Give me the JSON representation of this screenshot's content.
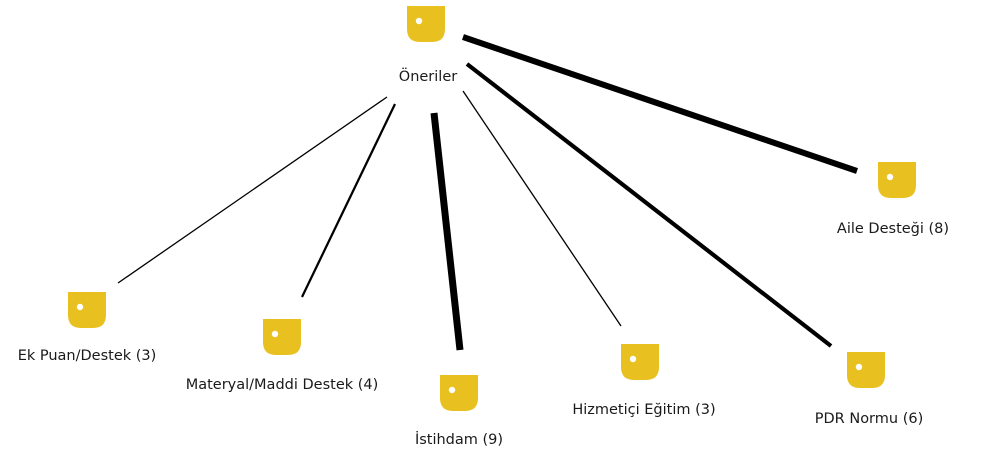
{
  "diagram": {
    "root": {
      "id": "root",
      "label": "Öneriler",
      "icon": "code-tag-icon",
      "color": "#E8C020"
    },
    "children": [
      {
        "id": "ek-puan",
        "label": "Ek Puan/Destek (3)",
        "count": 3
      },
      {
        "id": "materyal",
        "label": "Materyal/Maddi Destek (4)",
        "count": 4
      },
      {
        "id": "istihdam",
        "label": "İstihdam (9)",
        "count": 9
      },
      {
        "id": "hizmetici",
        "label": "Hizmetiçi Eğitim (3)",
        "count": 3
      },
      {
        "id": "pdr",
        "label": "PDR Normu (6)",
        "count": 6
      },
      {
        "id": "aile",
        "label": "Aile Desteği (8)",
        "count": 8
      }
    ],
    "colors": {
      "icon_fill": "#E8C020",
      "icon_dot": "#ffffff",
      "edge": "#000000",
      "text": "#1a1a1a"
    }
  }
}
